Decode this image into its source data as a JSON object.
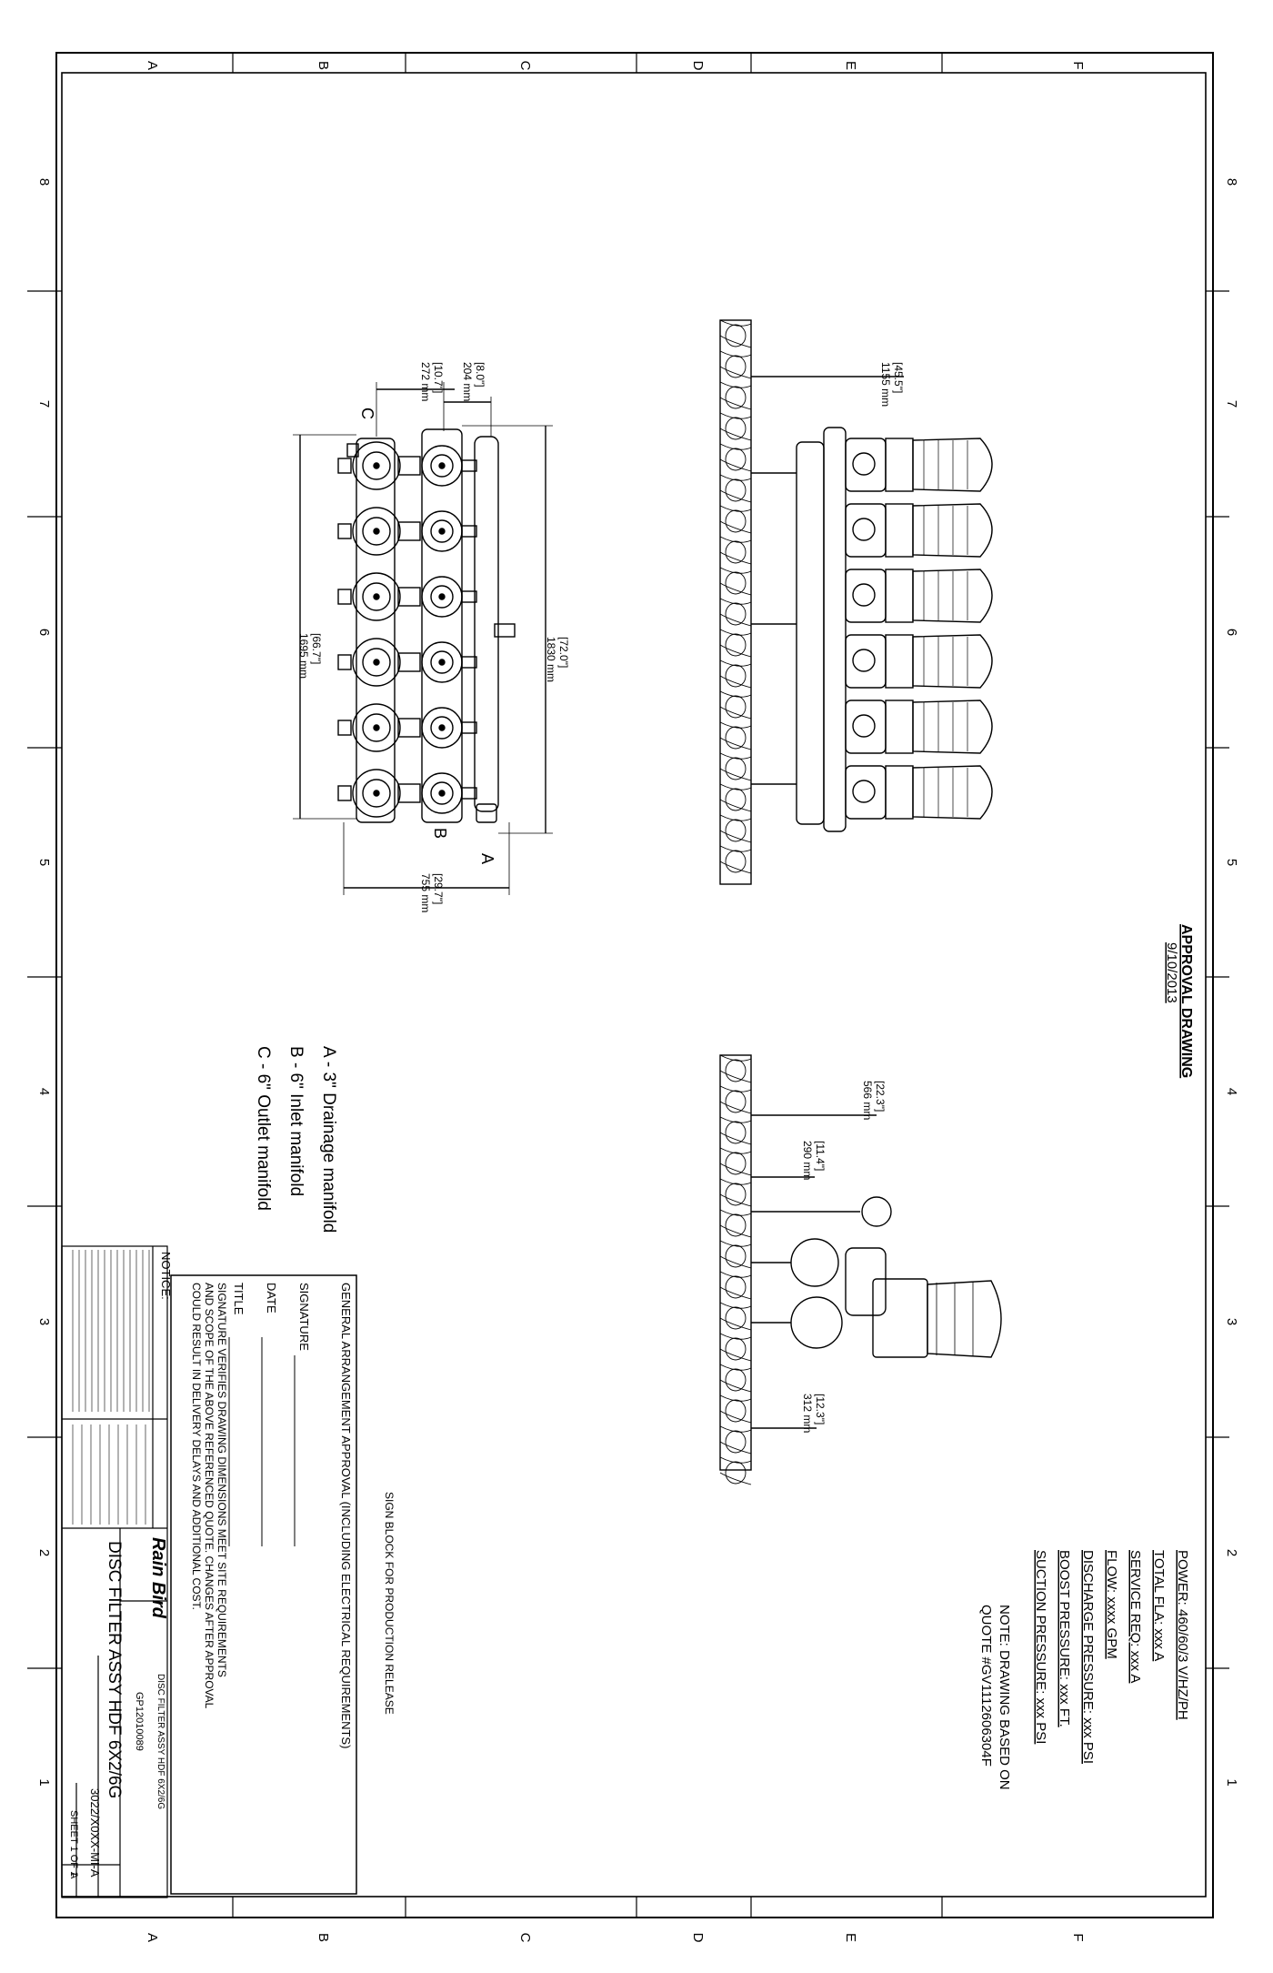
{
  "border": {
    "zones_letters": [
      "A",
      "B",
      "C",
      "D",
      "E",
      "F"
    ],
    "zones_numbers": [
      "8",
      "7",
      "6",
      "5",
      "4",
      "3",
      "2",
      "1"
    ]
  },
  "views": {
    "top": {
      "dim_overall_len": "[72.0\"]",
      "dim_overall_len_mm": "1830 mm",
      "dim_filter_len": "[66.7\"]",
      "dim_filter_len_mm": "1695 mm",
      "dim_width": "[29.7\"]",
      "dim_width_mm": "755 mm",
      "dim_a_b": "[8.0\"]",
      "dim_a_b_mm": "204 mm",
      "dim_b_c": "[10.7\"]",
      "dim_b_c_mm": "272 mm",
      "callout_a": "A",
      "callout_b": "B",
      "callout_c": "C"
    },
    "front": {
      "dim_height": "[45.5\"]",
      "dim_height_mm": "1155 mm"
    },
    "side": {
      "dim_1": "[22.3\"]",
      "dim_1_mm": "566 mm",
      "dim_2": "[11.4\"]",
      "dim_2_mm": "290 mm",
      "dim_3": "[12.3\"]",
      "dim_3_mm": "312 mm"
    }
  },
  "legend": [
    "A - 3\" Drainage manifold",
    "B - 6\" Inlet manifold",
    "C - 6\" Outlet manifold"
  ],
  "approval": {
    "title": "APPROVAL DRAWING",
    "date": "9/10/2013"
  },
  "specs": [
    "POWER: 460/60/3 V/HZ/PH",
    "TOTAL FLA: xxx A",
    "SERVICE REQ: xxx A",
    "FLOW: xxxx GPM",
    "DISCHARGE PRESSURE: xxx PSI",
    "BOOST PRESSURE: xxx FT.",
    "SUCTION PRESSURE: xxx PSI"
  ],
  "note": {
    "line1": "NOTE: DRAWING BASED ON",
    "line2": "QUOTE #GV1112606304F"
  },
  "sign_block": {
    "header": "SIGN BLOCK FOR PRODUCTION RELEASE",
    "line1": "GENERAL ARRANGEMENT APPROVAL (INCLUDING ELECTRICAL REQUIREMENTS)",
    "signature": "SIGNATURE",
    "date": "DATE",
    "title": "TITLE",
    "disclaimer1": "SIGNATURE VERIFIES DRAWING DIMENSIONS MEET SITE REQUIREMENTS",
    "disclaimer2": "AND SCOPE OF THE ABOVE REFERENCED QUOTE. CHANGES AFTER APPROVAL",
    "disclaimer3": "COULD RESULT IN DELIVERY DELAYS AND ADDITIONAL COST."
  },
  "title_block": {
    "notice": "NOTICE:",
    "company": "Rain Bird",
    "title": "DISC FILTER ASSY HDF 6X2/6G",
    "small_title": "DISC FILTER ASSY HDF 6X2/6G",
    "project_no": "GP12010089",
    "drawing_no": "3022/X0XX-MI-A",
    "sheet": "SHEET 1 OF 1",
    "rev": "A"
  }
}
